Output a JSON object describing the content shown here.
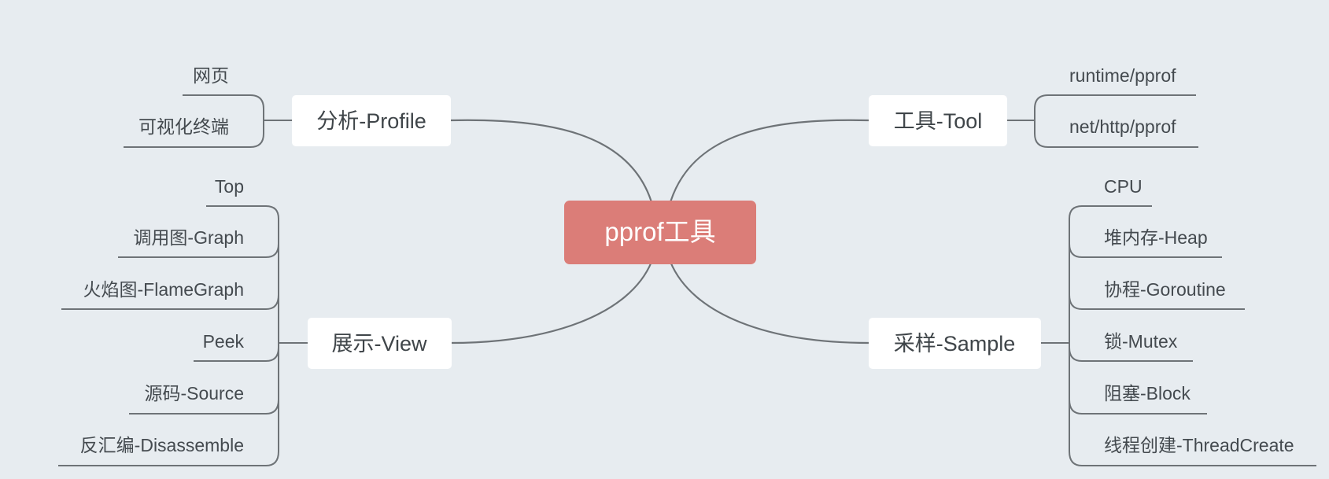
{
  "root": {
    "label": "pprof工具",
    "color": "#db7d78"
  },
  "branches": [
    {
      "id": "profile",
      "label": "分析-Profile",
      "side": "left",
      "children": [
        "网页",
        "可视化终端"
      ]
    },
    {
      "id": "view",
      "label": "展示-View",
      "side": "left",
      "children": [
        "Top",
        "调用图-Graph",
        "火焰图-FlameGraph",
        "Peek",
        "源码-Source",
        "反汇编-Disassemble"
      ]
    },
    {
      "id": "tool",
      "label": "工具-Tool",
      "side": "right",
      "children": [
        "runtime/pprof",
        "net/http/pprof"
      ]
    },
    {
      "id": "sample",
      "label": "采样-Sample",
      "side": "right",
      "children": [
        "CPU",
        "堆内存-Heap",
        "协程-Goroutine",
        "锁-Mutex",
        "阻塞-Block",
        "线程创建-ThreadCreate"
      ]
    }
  ],
  "colors": {
    "background": "#e7ecf0",
    "line": "#6e7377",
    "node_fill": "#ffffff"
  }
}
